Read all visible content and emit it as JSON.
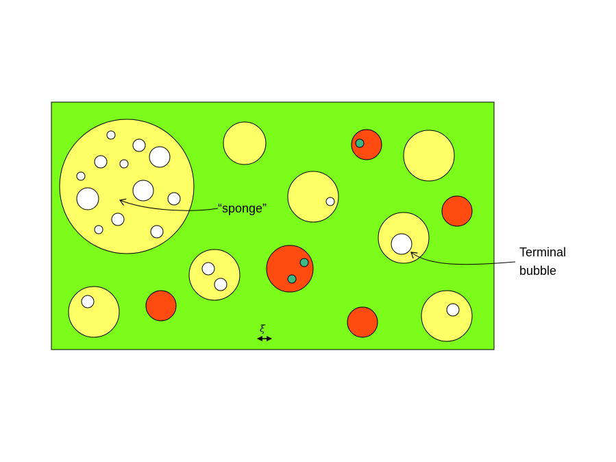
{
  "colors": {
    "background_field": "#7cfc1a",
    "bubble_yellow": "#ffff66",
    "bubble_red": "#ff4a10",
    "hole_white": "#ffffff",
    "dot_teal": "#3cb883",
    "outline": "#000000"
  },
  "labels": {
    "sponge": "“sponge”",
    "terminal_line1": "Terminal",
    "terminal_line2": "bubble",
    "xi": "ξ"
  }
}
